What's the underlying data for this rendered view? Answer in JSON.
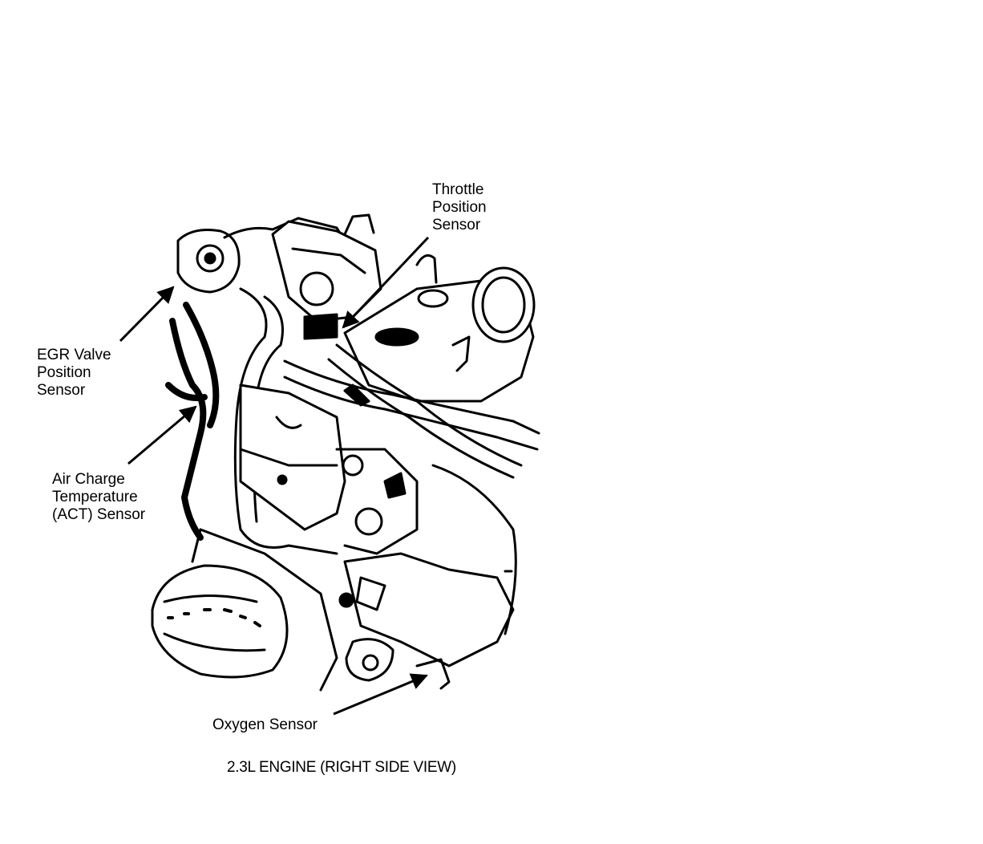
{
  "caption": "2.3L ENGINE (RIGHT SIDE VIEW)",
  "callouts": {
    "throttle_position_sensor": [
      "Throttle",
      "Position",
      "Sensor"
    ],
    "egr_valve_position_sensor": [
      "EGR Valve",
      "Position",
      "Sensor"
    ],
    "air_charge_temperature_sensor": [
      "Air Charge",
      "Temperature",
      "(ACT) Sensor"
    ],
    "oxygen_sensor": [
      "Oxygen Sensor"
    ]
  },
  "colors": {
    "ink": "#000000",
    "paper": "#ffffff"
  }
}
